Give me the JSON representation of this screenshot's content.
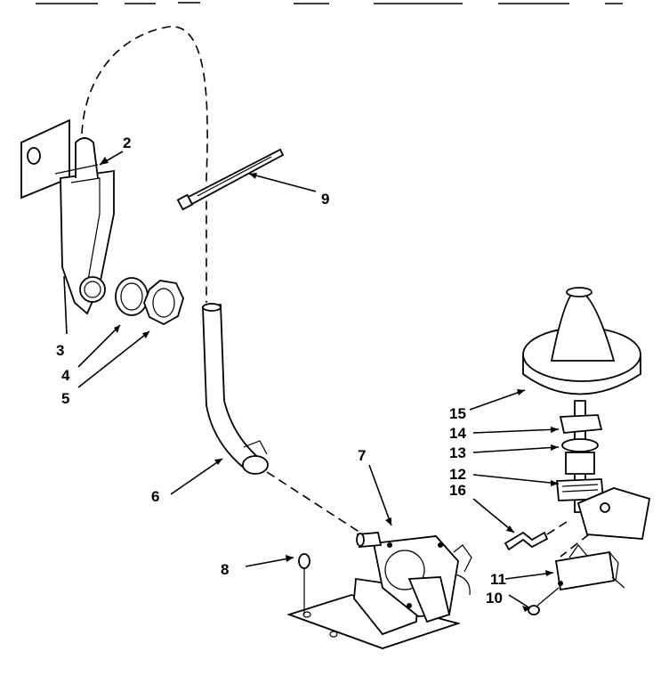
{
  "callouts": [
    {
      "id": "c1",
      "label": "2"
    },
    {
      "id": "c2",
      "label": "3"
    },
    {
      "id": "c3",
      "label": "4"
    },
    {
      "id": "c4",
      "label": "5"
    },
    {
      "id": "c5",
      "label": "6"
    },
    {
      "id": "c6",
      "label": "7"
    },
    {
      "id": "c7",
      "label": "8"
    },
    {
      "id": "c8",
      "label": "9"
    },
    {
      "id": "c9",
      "label": "10"
    },
    {
      "id": "c10",
      "label": "11"
    },
    {
      "id": "c11",
      "label": "12"
    },
    {
      "id": "c12",
      "label": "13"
    },
    {
      "id": "c13",
      "label": "14"
    },
    {
      "id": "c14",
      "label": "15"
    },
    {
      "id": "c15",
      "label": "16"
    }
  ]
}
